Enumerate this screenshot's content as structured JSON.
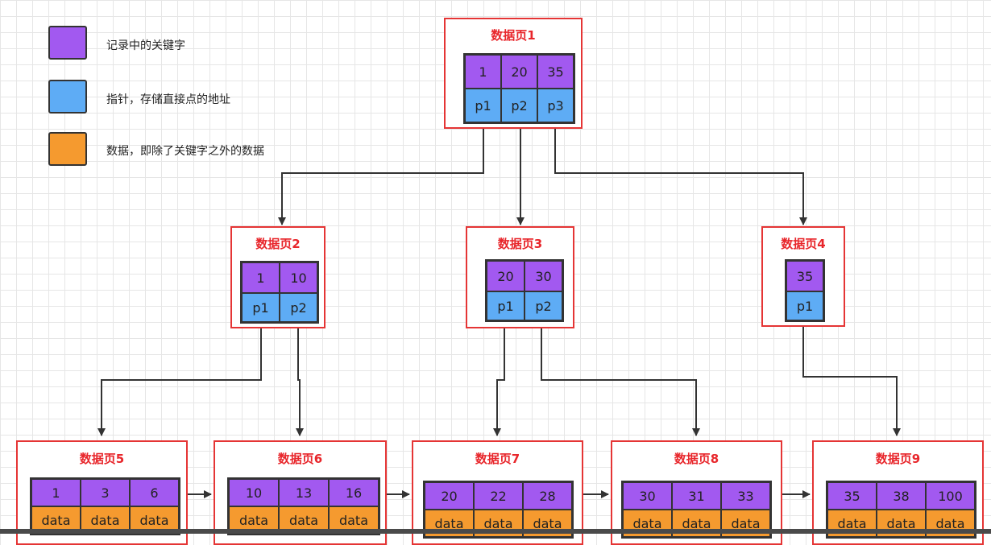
{
  "legend": [
    {
      "color": "#a259f0",
      "label": "记录中的关键字"
    },
    {
      "color": "#5eacf5",
      "label": "指针，存储直接点的地址"
    },
    {
      "color": "#f59a2f",
      "label": "数据，即除了关键字之外的数据"
    }
  ],
  "pages": [
    {
      "title": "数据页1",
      "keys": [
        "1",
        "20",
        "35"
      ],
      "row2": [
        "p1",
        "p2",
        "p3"
      ],
      "row2_kind": "pointer"
    },
    {
      "title": "数据页2",
      "keys": [
        "1",
        "10"
      ],
      "row2": [
        "p1",
        "p2"
      ],
      "row2_kind": "pointer"
    },
    {
      "title": "数据页3",
      "keys": [
        "20",
        "30"
      ],
      "row2": [
        "p1",
        "p2"
      ],
      "row2_kind": "pointer"
    },
    {
      "title": "数据页4",
      "keys": [
        "35"
      ],
      "row2": [
        "p1"
      ],
      "row2_kind": "pointer"
    },
    {
      "title": "数据页5",
      "keys": [
        "1",
        "3",
        "6"
      ],
      "row2": [
        "data",
        "data",
        "data"
      ],
      "row2_kind": "data"
    },
    {
      "title": "数据页6",
      "keys": [
        "10",
        "13",
        "16"
      ],
      "row2": [
        "data",
        "data",
        "data"
      ],
      "row2_kind": "data"
    },
    {
      "title": "数据页7",
      "keys": [
        "20",
        "22",
        "28"
      ],
      "row2": [
        "data",
        "data",
        "data"
      ],
      "row2_kind": "data"
    },
    {
      "title": "数据页8",
      "keys": [
        "30",
        "31",
        "33"
      ],
      "row2": [
        "data",
        "data",
        "data"
      ],
      "row2_kind": "data"
    },
    {
      "title": "数据页9",
      "keys": [
        "35",
        "38",
        "100"
      ],
      "row2": [
        "data",
        "data",
        "data"
      ],
      "row2_kind": "data"
    }
  ],
  "colors": {
    "key": "#a259f0",
    "pointer": "#5eacf5",
    "data": "#f59a2f",
    "page_border": "#e53535",
    "title": "#e8262b"
  }
}
